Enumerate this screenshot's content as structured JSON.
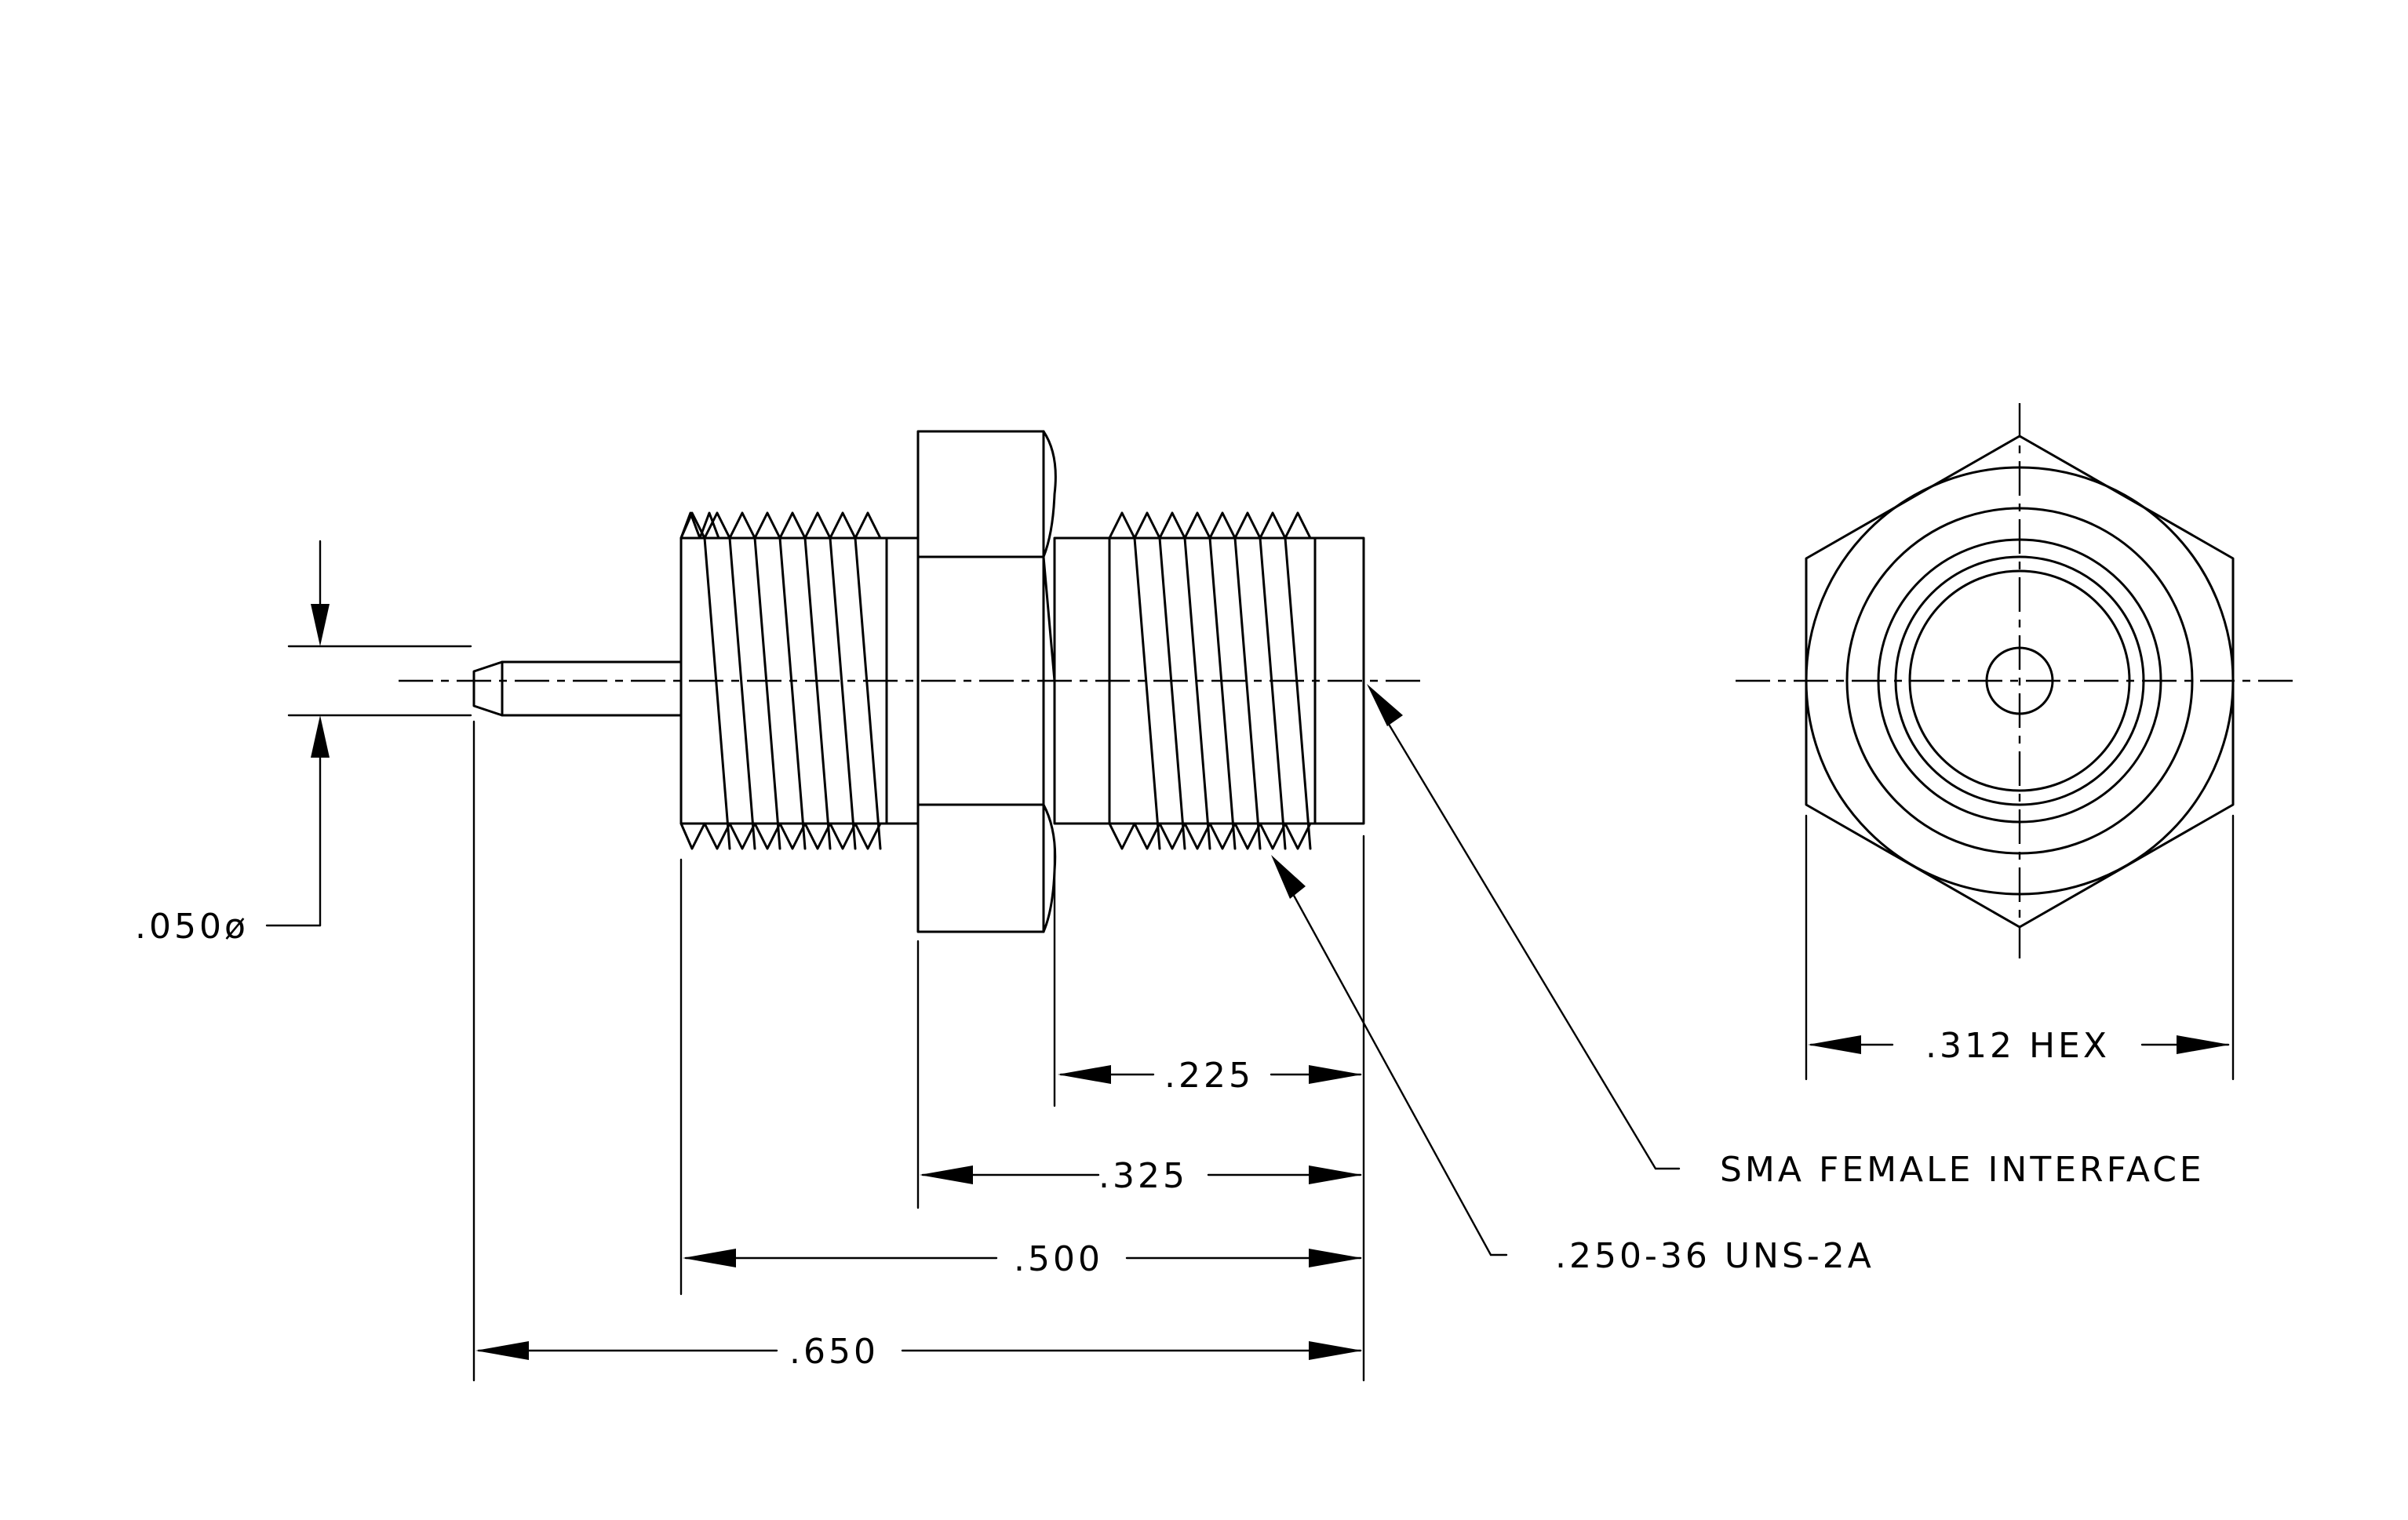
{
  "drawing": {
    "dimensions": {
      "pin_diameter": ".050ø",
      "d_225": ".225",
      "d_325": ".325",
      "d_500": ".500",
      "d_650": ".650",
      "hex": ".312 HEX"
    },
    "callouts": {
      "interface": "SMA FEMALE INTERFACE",
      "thread": ".250-36 UNS-2A"
    }
  }
}
